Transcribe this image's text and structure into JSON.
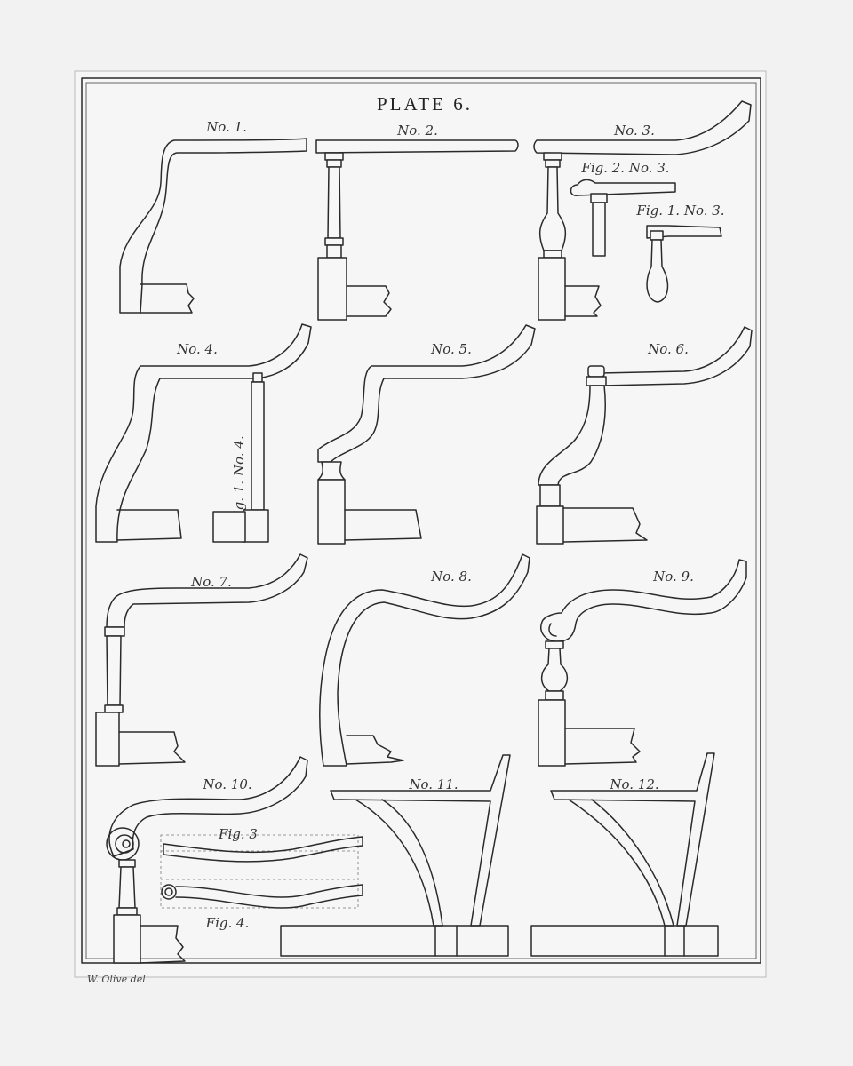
{
  "plate": {
    "title": "PLATE 6.",
    "credit": "W. Olive del."
  },
  "figures": {
    "n1": "No. 1.",
    "n2": "No. 2.",
    "n3": "No. 3.",
    "n3_fig2": "Fig. 2. No. 3.",
    "n3_fig1": "Fig. 1. No. 3.",
    "n4": "No. 4.",
    "n4_fig1": "Fig. 1. No. 4.",
    "n5": "No. 5.",
    "n6": "No. 6.",
    "n7": "No. 7.",
    "n8": "No. 8.",
    "n9": "No. 9.",
    "n10": "No. 10.",
    "n10_fig3": "Fig. 3",
    "n10_fig4": "Fig. 4.",
    "n11": "No. 11.",
    "n12": "No. 12."
  }
}
